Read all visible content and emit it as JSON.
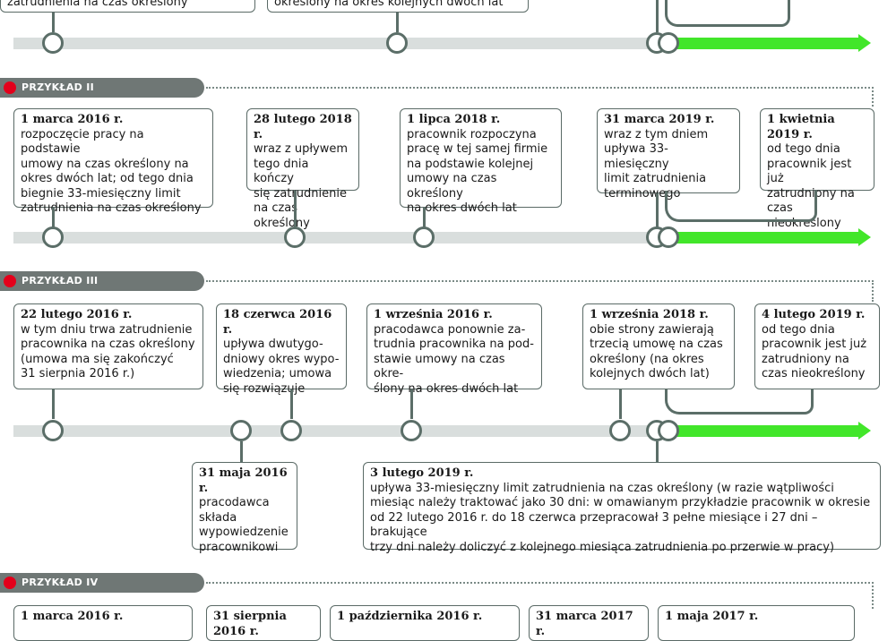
{
  "top_partial": {
    "box1_text": "zatrudnienia na czas określony",
    "box2_text": "określony na okres kolejnych dwóch lat"
  },
  "sections": [
    {
      "label": "PRZYKŁAD II",
      "events": [
        {
          "date": "1 marca 2016 r.",
          "text": "rozpoczęcie pracy na podstawie\numowy na czas określony na\nokres dwóch lat; od tego dnia\nbiegnie 33-miesięczny limit\nzatrudnienia na czas określony"
        },
        {
          "date": "28 lutego 2018 r.",
          "text": "wraz z upływem\ntego dnia kończy\nsię zatrudnienie\nna czas określony"
        },
        {
          "date": "1 lipca 2018 r.",
          "text": "pracownik rozpoczyna\npracę w tej samej firmie\nna podstawie kolejnej\numowy na czas określony\nna okres dwóch lat"
        },
        {
          "date": "31 marca 2019 r.",
          "text": "wraz z tym dniem\nupływa 33-miesięczny\nlimit zatrudnienia\nterminowego"
        },
        {
          "date": "1 kwietnia 2019 r.",
          "text": "od tego dnia\npracownik jest już\nzatrudniony na\nczas nieokreślony"
        }
      ]
    },
    {
      "label": "PRZYKŁAD III",
      "events": [
        {
          "date": "22 lutego 2016 r.",
          "text": "w tym dniu trwa zatrudnienie\npracownika na czas określony\n(umowa ma się zakończyć\n31 sierpnia 2016 r.)"
        },
        {
          "date": "18 czerwca 2016 r.",
          "text": "upływa dwutygo-\ndniowy okres wypo-\nwiedzenia; umowa\nsię rozwiązuje"
        },
        {
          "date": "1 września 2016 r.",
          "text": "pracodawca ponownie za-\ntrudnia pracownika na pod-\nstawie umowy na czas okre-\nślony na okres dwóch lat"
        },
        {
          "date": "1 września 2018 r.",
          "text": "obie strony zawierają\ntrzecią umowę na czas\nokreślony (na okres\nkolejnych dwóch lat)"
        },
        {
          "date": "4 lutego 2019 r.",
          "text": "od tego dnia\npracownik jest już\nzatrudniony na\nczas nieokreślony"
        },
        {
          "date": "31 maja 2016 r.",
          "text": "pracodawca\nskłada\nwypowiedzenie\npracownikowi"
        },
        {
          "date": "3 lutego 2019 r.",
          "text": "upływa 33-miesięczny limit zatrudnienia na czas określony (w razie wątpliwości\nmiesiąc należy traktować jako 30 dni: w omawianym przykładzie pracownik w okresie\nod 22 lutego 2016 r. do 18 czerwca przepracował 3 pełne miesiące i 27 dni – brakujące\ntrzy dni należy doliczyć z kolejnego miesiąca zatrudnienia po przerwie w pracy)"
        }
      ]
    },
    {
      "label": "PRZYKŁAD IV",
      "events": [
        {
          "date": "1 marca 2016 r.",
          "text": ""
        },
        {
          "date": "31 sierpnia 2016 r.",
          "text": ""
        },
        {
          "date": "1 października 2016 r.",
          "text": ""
        },
        {
          "date": "31 marca 2017 r.",
          "text": ""
        },
        {
          "date": "1 maja 2017 r.",
          "text": ""
        }
      ]
    }
  ],
  "colors": {
    "track": "#d9dedd",
    "green": "#42e62a",
    "node": "#5b6e68",
    "banner": "#6f7775",
    "dot": "#e3001b"
  }
}
